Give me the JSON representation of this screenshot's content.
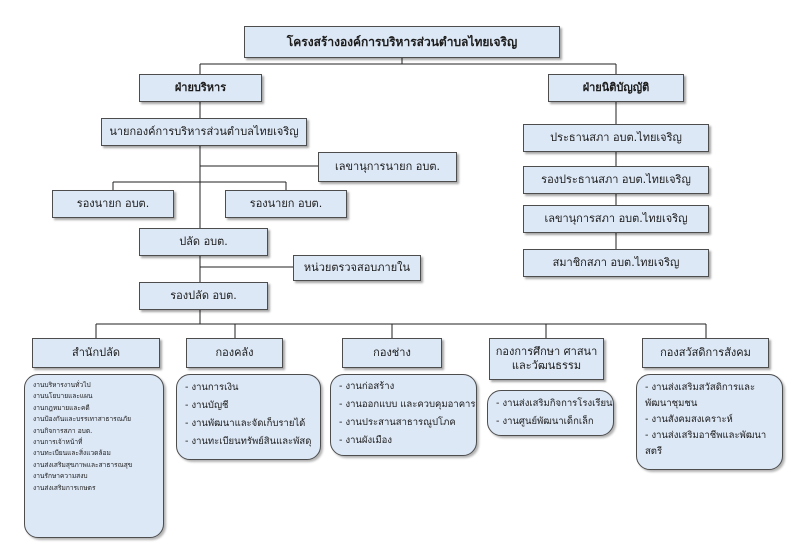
{
  "title": "โครงสร้างองค์การบริหารส่วนตำบลไทยเจริญ",
  "executive": {
    "head": "ฝ่ายบริหาร",
    "mayor": "นายกองค์การบริหารส่วนตำบลไทยเจริญ",
    "mayor_secretary": "เลขานุการนายก อบต.",
    "deputy_mayor_1": "รองนายก อบต.",
    "deputy_mayor_2": "รองนายก อบต.",
    "palad": "ปลัด อบต.",
    "internal_audit": "หน่วยตรวจสอบภายใน",
    "deputy_palad": "รองปลัด อบต."
  },
  "legislative": {
    "head": "ฝ่ายนิติบัญญัติ",
    "council_president": "ประธานสภา อบต.ไทยเจริญ",
    "council_vice_president": "รองประธานสภา อบต.ไทยเจริญ",
    "council_secretary": "เลขานุการสภา อบต.ไทยเจริญ",
    "council_member": "สมาชิกสภา อบต.ไทยเจริญ"
  },
  "divisions": [
    {
      "name": "สำนักปลัด",
      "tasks": [
        "งานบริหารงานทั่วไป",
        "งานนโยบายและแผน",
        "งานกฎหมายและคดี",
        "งานป้องกันและบรรเทาสาธารณภัย",
        "งานกิจการสภา อบต.",
        "งานการเจ้าหน้าที่",
        "งานทะเบียนและสิ่งแวดล้อม",
        "งานส่งเสริมสุขภาพและสาธารณสุข",
        "งานรักษาความสงบ",
        "งานส่งเสริมการเกษตร"
      ]
    },
    {
      "name": "กองคลัง",
      "tasks": [
        "- งานการเงิน",
        "- งานบัญชี",
        "- งานพัฒนาและจัดเก็บรายได้",
        "- งานทะเบียนทรัพย์สินและพัสดุ"
      ]
    },
    {
      "name": "กองช่าง",
      "tasks": [
        "- งานก่อสร้าง",
        "- งานออกแบบ และควบคุมอาคาร",
        "- งานประสานสาธารณูปโภค",
        "- งานผังเมือง"
      ]
    },
    {
      "name": "กองการศึกษา ศาสนา และวัฒนธรรม",
      "tasks": [
        "- งานส่งเสริมกิจการโรงเรียน",
        "- งานศูนย์พัฒนาเด็กเล็ก"
      ]
    },
    {
      "name": "กองสวัสดิการสังคม",
      "tasks": [
        "- งานส่งเสริมสวัสดิการและพัฒนาชุมชน",
        "- งานสังคมสงเคราะห์",
        "- งานส่งเสริมอาชีพและพัฒนาสตรี"
      ]
    }
  ]
}
